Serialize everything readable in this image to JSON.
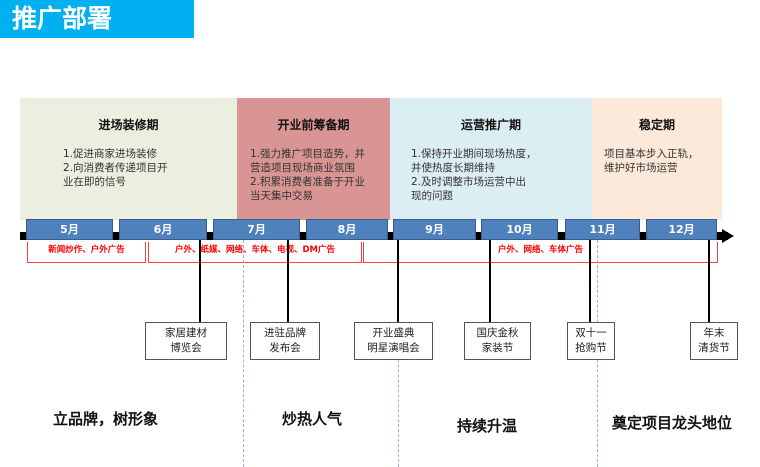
{
  "title": "推广部署",
  "phases": [
    {
      "name": "进场装修期",
      "desc": "1.促进商家进场装修\n2.向消费者传递项目开\n业在即的信号",
      "color": "#ebefdf"
    },
    {
      "name": "开业前筹备期",
      "desc": "1.强力推广项目造势，并\n营造项目现场商业氛围\n2.积累消费者准备于开业\n当天集中交易",
      "color": "#d99594"
    },
    {
      "name": "运营推广期",
      "desc": "1.保持开业期间现场热度，\n并使热度长期维持\n2.及时调整市场运营中出\n现的问题",
      "color": "#dbeef4"
    },
    {
      "name": "稳定期",
      "desc": "项目基本步入正轨，\n维护好市场运营",
      "color": "#fde9d9"
    }
  ],
  "months": [
    "5月",
    "6月",
    "7月",
    "8月",
    "9月",
    "10月",
    "11月",
    "12月"
  ],
  "media": [
    "新闻炒作、户外广告",
    "户外、纸媒、网络、车体、电视、DM广告",
    "户外、网络、车体广告"
  ],
  "events": [
    "家居建材\n博览会",
    "进驻品牌\n发布会",
    "开业盛典\n明星演唱会",
    "国庆金秋\n家装节",
    "双十一\n抢购节",
    "年末\n清货节"
  ],
  "slogans": [
    "立品牌，树形象",
    "炒热人气",
    "持续升温",
    "奠定项目龙头地位"
  ]
}
